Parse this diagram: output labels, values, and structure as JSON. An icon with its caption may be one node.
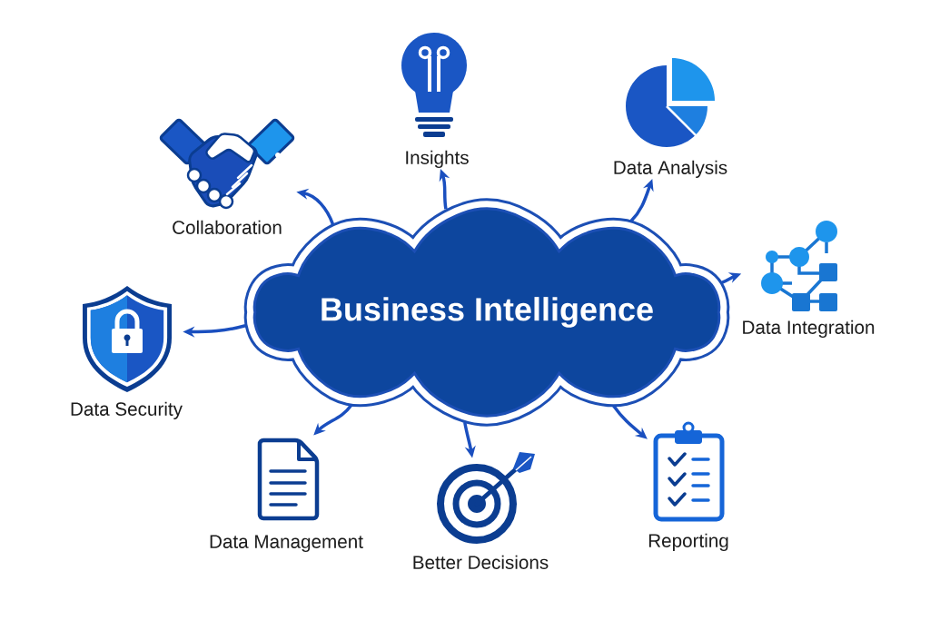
{
  "diagram": {
    "nodes": [
      {
        "text": [
          "Business Intelligence"
        ]
      },
      {
        "text": [
          "Collaboration"
        ]
      },
      {
        "text": [
          "Insights"
        ]
      },
      {
        "text": [
          "Data Analysis"
        ]
      },
      {
        "text": [
          "Data Security"
        ]
      },
      {
        "text": [
          "Data Integration"
        ]
      },
      {
        "text": [
          "Data Management"
        ]
      },
      {
        "text": [
          "Better Decisions"
        ]
      },
      {
        "text": [
          "Reporting"
        ]
      }
    ],
    "edges": [
      {
        "from": 0,
        "to": 1,
        "arrow": "to"
      },
      {
        "from": 0,
        "to": 2,
        "arrow": "to"
      },
      {
        "from": 0,
        "to": 3,
        "arrow": "to"
      },
      {
        "from": 0,
        "to": 4,
        "arrow": "to"
      },
      {
        "from": 0,
        "to": 5,
        "arrow": "to"
      },
      {
        "from": 0,
        "to": 6,
        "arrow": "to"
      },
      {
        "from": 0,
        "to": 7,
        "arrow": "to"
      },
      {
        "from": 0,
        "to": 8,
        "arrow": "to"
      }
    ]
  }
}
